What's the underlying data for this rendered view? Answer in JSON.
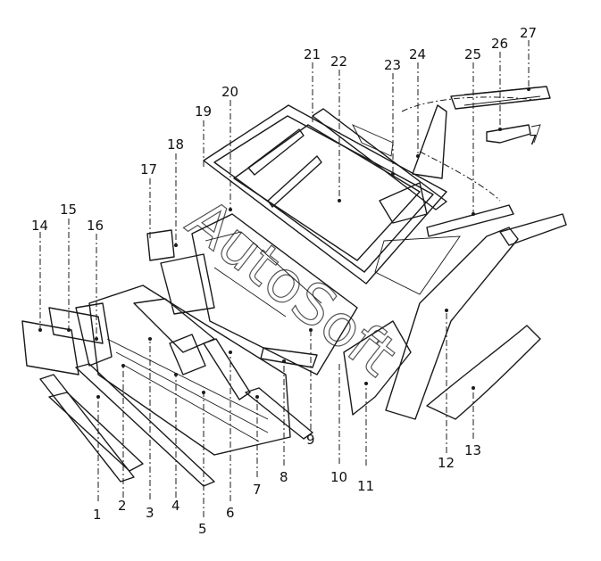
{
  "watermark": "AutoSoft",
  "callouts": [
    "1",
    "2",
    "3",
    "4",
    "5",
    "6",
    "7",
    "8",
    "9",
    "10",
    "11",
    "12",
    "13",
    "14",
    "15",
    "16",
    "17",
    "18",
    "19",
    "20",
    "21",
    "22",
    "23",
    "24",
    "25",
    "26",
    "27"
  ],
  "figure_note": "7"
}
